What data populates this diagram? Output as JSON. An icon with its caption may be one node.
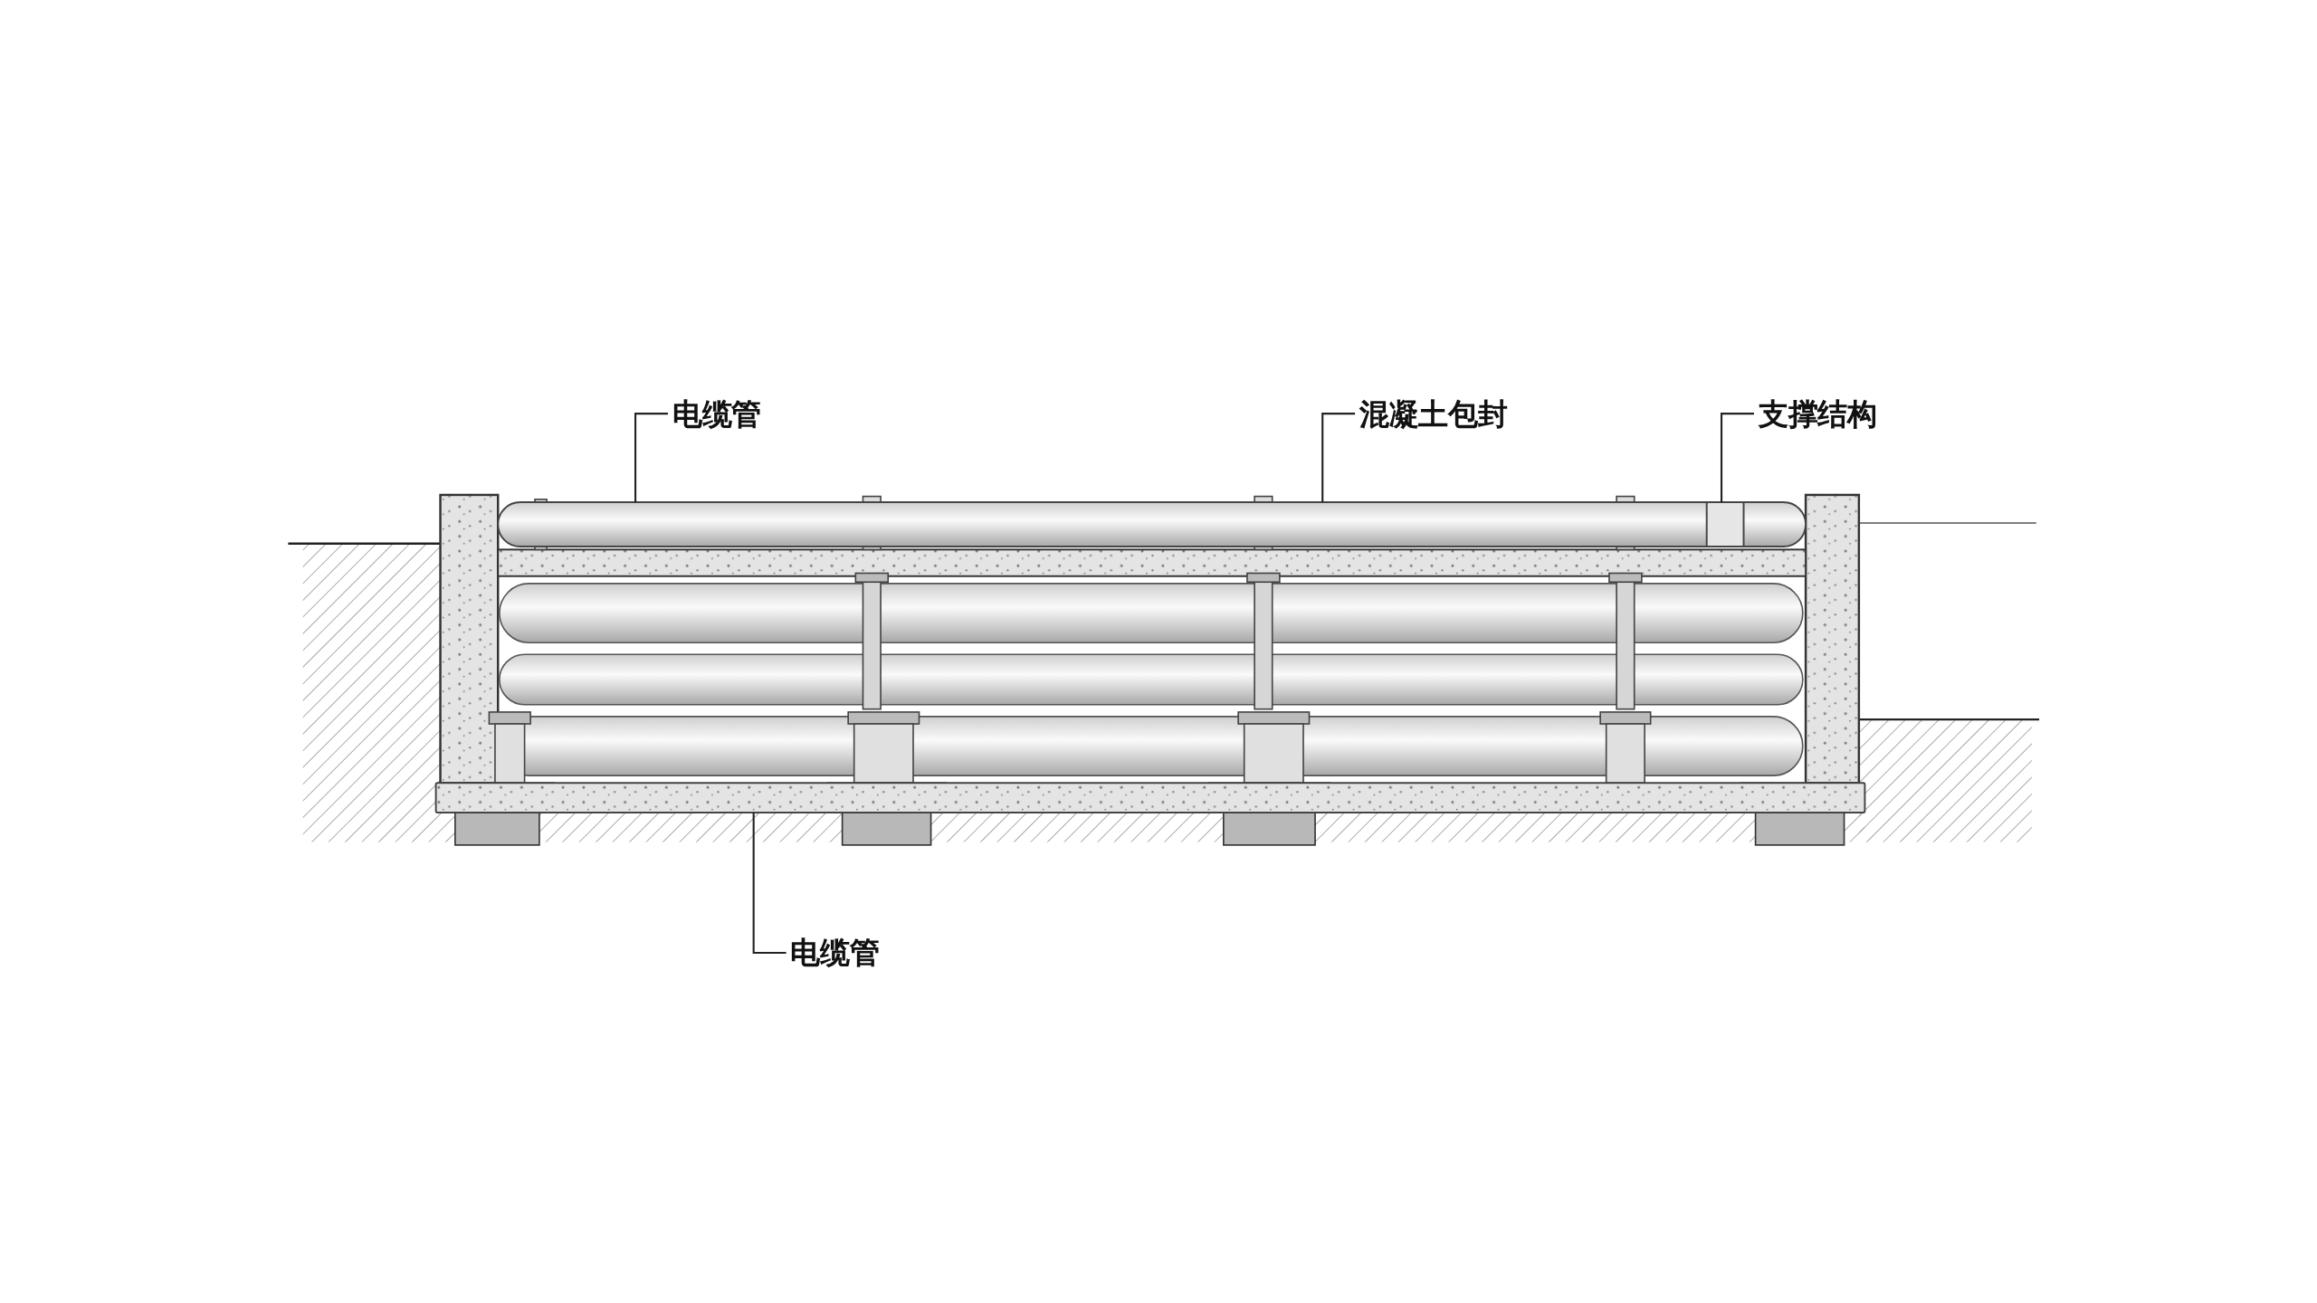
{
  "diagram": {
    "nodes": [
      {
        "text": [
          "电缆管"
        ]
      },
      {
        "text": [
          "混凝土包封"
        ]
      },
      {
        "text": [
          "支撑结构"
        ]
      },
      {
        "text": [
          "电缆管"
        ]
      },
      {
        "text": [],
        "shape": "cylinder"
      },
      {
        "text": [],
        "shape": "box",
        "in": 4
      },
      {
        "text": [],
        "shape": "bar"
      }
    ],
    "edges": [
      {
        "from": 0,
        "to": 4,
        "arrow": "none"
      },
      {
        "from": 1,
        "to": 4,
        "arrow": "none"
      },
      {
        "from": 2,
        "to": 5,
        "arrow": "none"
      },
      {
        "from": 3,
        "to": 6,
        "arrow": "none"
      }
    ]
  }
}
